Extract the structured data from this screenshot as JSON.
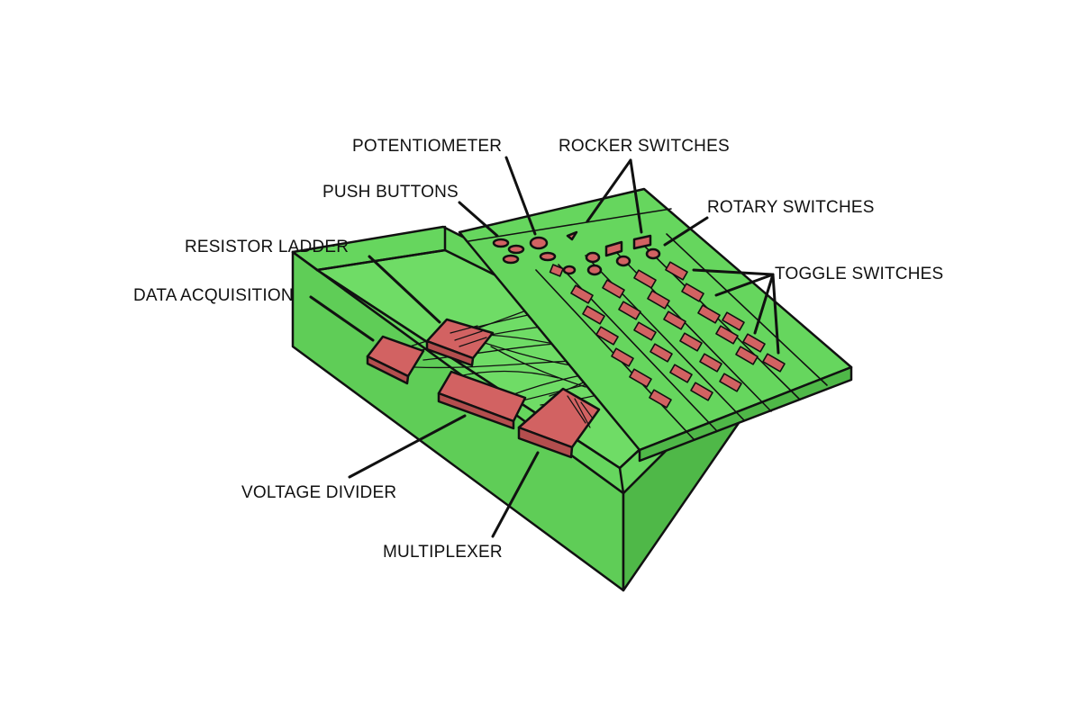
{
  "colors": {
    "box_green": "#66d65e",
    "box_dark": "#4fb848",
    "component_red": "#d26262",
    "ink": "#111111"
  },
  "labels": {
    "potentiometer": "POTENTIOMETER",
    "rocker_switches": "ROCKER SWITCHES",
    "push_buttons": "PUSH BUTTONS",
    "rotary_switches": "ROTARY SWITCHES",
    "resistor_ladder": "RESISTOR LADDER",
    "toggle_switches": "TOGGLE SWITCHES",
    "data_acquisition": "DATA ACQUISITION",
    "voltage_divider": "VOLTAGE DIVIDER",
    "multiplexer": "MULTIPLEXER"
  }
}
